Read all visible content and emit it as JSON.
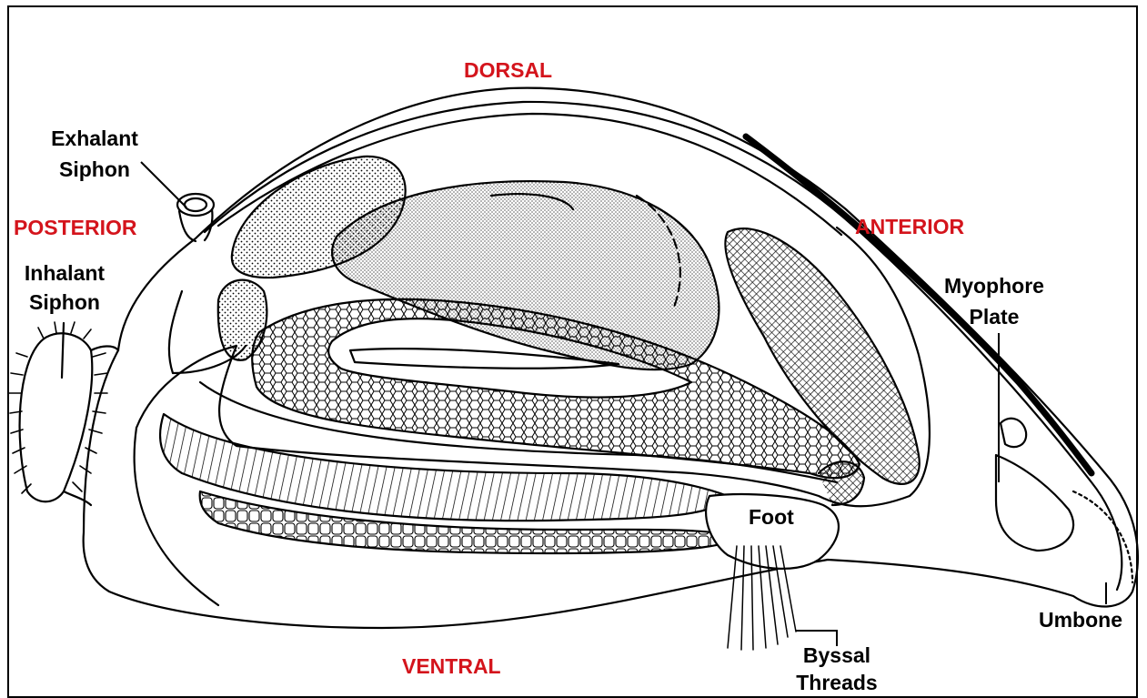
{
  "colors": {
    "orientation": "#d4141c",
    "label": "#000000",
    "line": "#000000"
  },
  "orientation": {
    "dorsal": "DORSAL",
    "ventral": "VENTRAL",
    "anterior": "ANTERIOR",
    "posterior": "POSTERIOR"
  },
  "labels": {
    "exhalant_siphon": [
      "Exhalant",
      "Siphon"
    ],
    "inhalant_siphon": [
      "Inhalant",
      "Siphon"
    ],
    "myophore_plate": [
      "Myophore",
      "Plate"
    ],
    "foot": "Foot",
    "umbone": "Umbone",
    "byssal_threads": [
      "Byssal",
      "Threads"
    ]
  }
}
